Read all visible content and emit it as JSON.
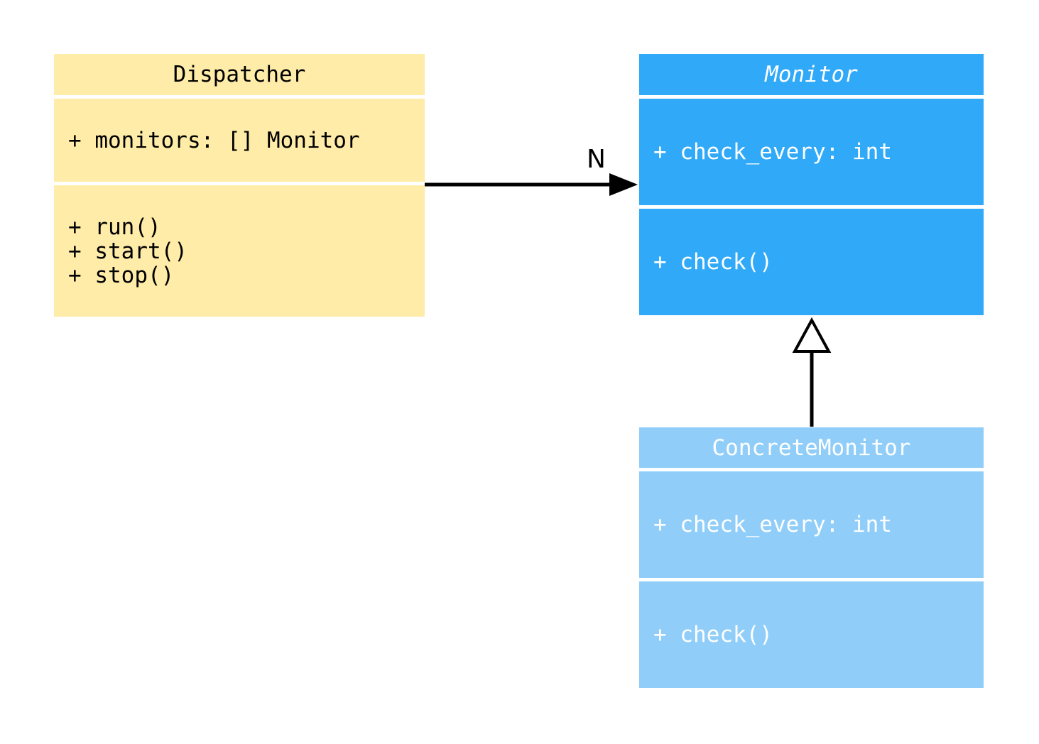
{
  "diagram": {
    "kind": "uml-class-diagram",
    "colors": {
      "background": "#FFFFFF",
      "dispatcher_fill": "#FEECA8",
      "dispatcher_text": "#000000",
      "monitor_fill": "#2FA9F8",
      "monitor_text": "#FFFFFF",
      "concrete_monitor_fill": "#90CEF9",
      "concrete_monitor_text": "#FFFFFF",
      "edge": "#000000",
      "inheritance_triangle_fill": "#FFFFFF"
    },
    "classes": {
      "dispatcher": {
        "name": "Dispatcher",
        "attributes": [
          "+ monitors: [] Monitor"
        ],
        "methods": [
          "+ run()",
          "+ start()",
          "+ stop()"
        ]
      },
      "monitor": {
        "name": "Monitor",
        "attributes": [
          "+ check_every: int"
        ],
        "methods": [
          "+ check()"
        ]
      },
      "concrete_monitor": {
        "name": "ConcreteMonitor",
        "attributes": [
          "+ check_every: int"
        ],
        "methods": [
          "+ check()"
        ]
      }
    },
    "relations": {
      "association": {
        "from": "Dispatcher",
        "to": "Monitor",
        "label": "N"
      },
      "inheritance": {
        "from": "ConcreteMonitor",
        "to": "Monitor"
      }
    }
  }
}
